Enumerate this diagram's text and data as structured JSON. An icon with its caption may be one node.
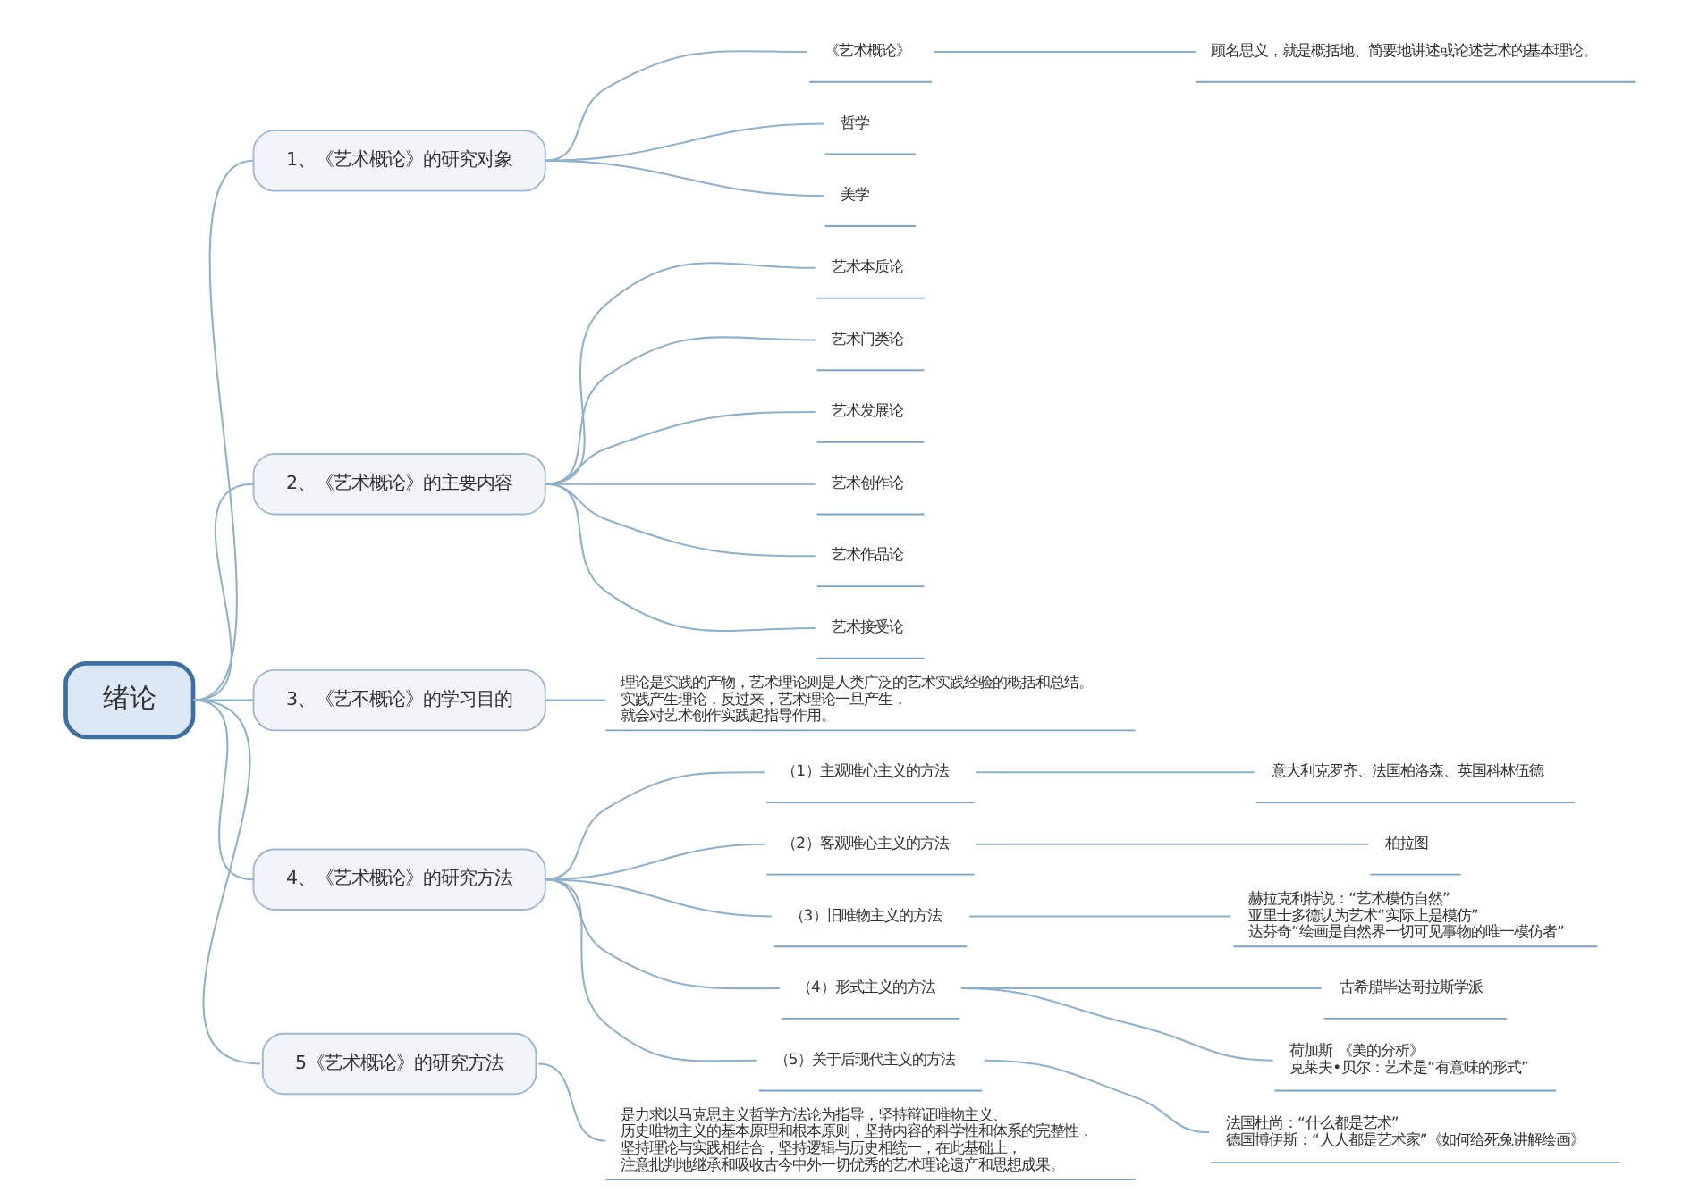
{
  "diagram": {
    "nodes": [
      {
        "text": [
          "绪论"
        ]
      },
      {
        "text": [
          "1、《艺术概论》的研究对象"
        ]
      },
      {
        "text": [
          "《艺术概论》"
        ]
      },
      {
        "text": [
          "顾名思义，就是概括地、简要地讲述或论述艺术的基本理论。"
        ]
      },
      {
        "text": [
          "哲学"
        ]
      },
      {
        "text": [
          "美学"
        ]
      },
      {
        "text": [
          "2、《艺术概论》的主要内容"
        ]
      },
      {
        "text": [
          "艺术本质论"
        ]
      },
      {
        "text": [
          "艺术门类论"
        ]
      },
      {
        "text": [
          "艺术发展论"
        ]
      },
      {
        "text": [
          "艺术创作论"
        ]
      },
      {
        "text": [
          "艺术作品论"
        ]
      },
      {
        "text": [
          "艺术接受论"
        ]
      },
      {
        "text": [
          "3、《艺不概论》的学习目的"
        ]
      },
      {
        "text": [
          "理论是实践的产物，艺术理论则是人类广泛的艺术实践经验的概括和总结。实践产生理论，反过来，艺术理论一旦产生，就会对艺术创作实践起指导作用。"
        ]
      },
      {
        "text": [
          "4、《艺术概论》的研究方法"
        ]
      },
      {
        "text": [
          "（1）主观唯心主义的方法"
        ]
      },
      {
        "text": [
          "意大利克罗齐、法国柏洛森、英国科林伍德"
        ]
      },
      {
        "text": [
          "（2）客观唯心主义的方法"
        ]
      },
      {
        "text": [
          "柏拉图"
        ]
      },
      {
        "text": [
          "（3）旧唯物主义的方法"
        ]
      },
      {
        "text": [
          "赫拉克利特说：“艺术模仿自然”",
          "亚里士多德认为艺术“实际上是模仿”",
          "达芬奇“绘画是自然界一切可见事物的唯一模仿者”"
        ]
      },
      {
        "text": [
          "（4）形式主义的方法"
        ]
      },
      {
        "text": [
          "古希腊毕达哥拉斯学派"
        ]
      },
      {
        "text": [
          "荷加斯 《美的分析》",
          "克莱夫•贝尔：艺术是“有意味的形式”"
        ]
      },
      {
        "text": [
          "（5）关于后现代主义的方法"
        ]
      },
      {
        "text": [
          "法国杜尚：“什么都是艺术”",
          "德国博伊斯：“人人都是艺术家”《如何给死兔讲解绘画》"
        ]
      },
      {
        "text": [
          "5《艺术概论》的研究方法"
        ]
      },
      {
        "text": [
          "是力求以马克思主义哲学方法论为指导，坚持辩证唯物主义、历史唯物主义的基本原理和根本原则，坚持内容的科学性和体系的完整性，坚持理论与实践相结合，坚持逻辑与历史相统一，在此基础上，注意批判地继承和吸收古今中外一切优秀的艺术理论遗产和思想成果。"
        ]
      }
    ],
    "edges": [
      {
        "from": 0,
        "to": 1,
        "arrow": "none"
      },
      {
        "from": 1,
        "to": 2,
        "arrow": "none"
      },
      {
        "from": 2,
        "to": 3,
        "arrow": "none"
      },
      {
        "from": 1,
        "to": 4,
        "arrow": "none"
      },
      {
        "from": 1,
        "to": 5,
        "arrow": "none"
      },
      {
        "from": 0,
        "to": 6,
        "arrow": "none"
      },
      {
        "from": 6,
        "to": 7,
        "arrow": "none"
      },
      {
        "from": 6,
        "to": 8,
        "arrow": "none"
      },
      {
        "from": 6,
        "to": 9,
        "arrow": "none"
      },
      {
        "from": 6,
        "to": 10,
        "arrow": "none"
      },
      {
        "from": 6,
        "to": 11,
        "arrow": "none"
      },
      {
        "from": 6,
        "to": 12,
        "arrow": "none"
      },
      {
        "from": 0,
        "to": 13,
        "arrow": "none"
      },
      {
        "from": 13,
        "to": 14,
        "arrow": "none"
      },
      {
        "from": 0,
        "to": 15,
        "arrow": "none"
      },
      {
        "from": 15,
        "to": 16,
        "arrow": "none"
      },
      {
        "from": 16,
        "to": 17,
        "arrow": "none"
      },
      {
        "from": 15,
        "to": 18,
        "arrow": "none"
      },
      {
        "from": 18,
        "to": 19,
        "arrow": "none"
      },
      {
        "from": 15,
        "to": 20,
        "arrow": "none"
      },
      {
        "from": 20,
        "to": 21,
        "arrow": "none"
      },
      {
        "from": 15,
        "to": 22,
        "arrow": "none"
      },
      {
        "from": 22,
        "to": 23,
        "arrow": "none"
      },
      {
        "from": 22,
        "to": 24,
        "arrow": "none"
      },
      {
        "from": 15,
        "to": 25,
        "arrow": "none"
      },
      {
        "from": 25,
        "to": 26,
        "arrow": "none"
      },
      {
        "from": 0,
        "to": 27,
        "arrow": "none"
      },
      {
        "from": 27,
        "to": 28,
        "arrow": "none"
      }
    ]
  }
}
